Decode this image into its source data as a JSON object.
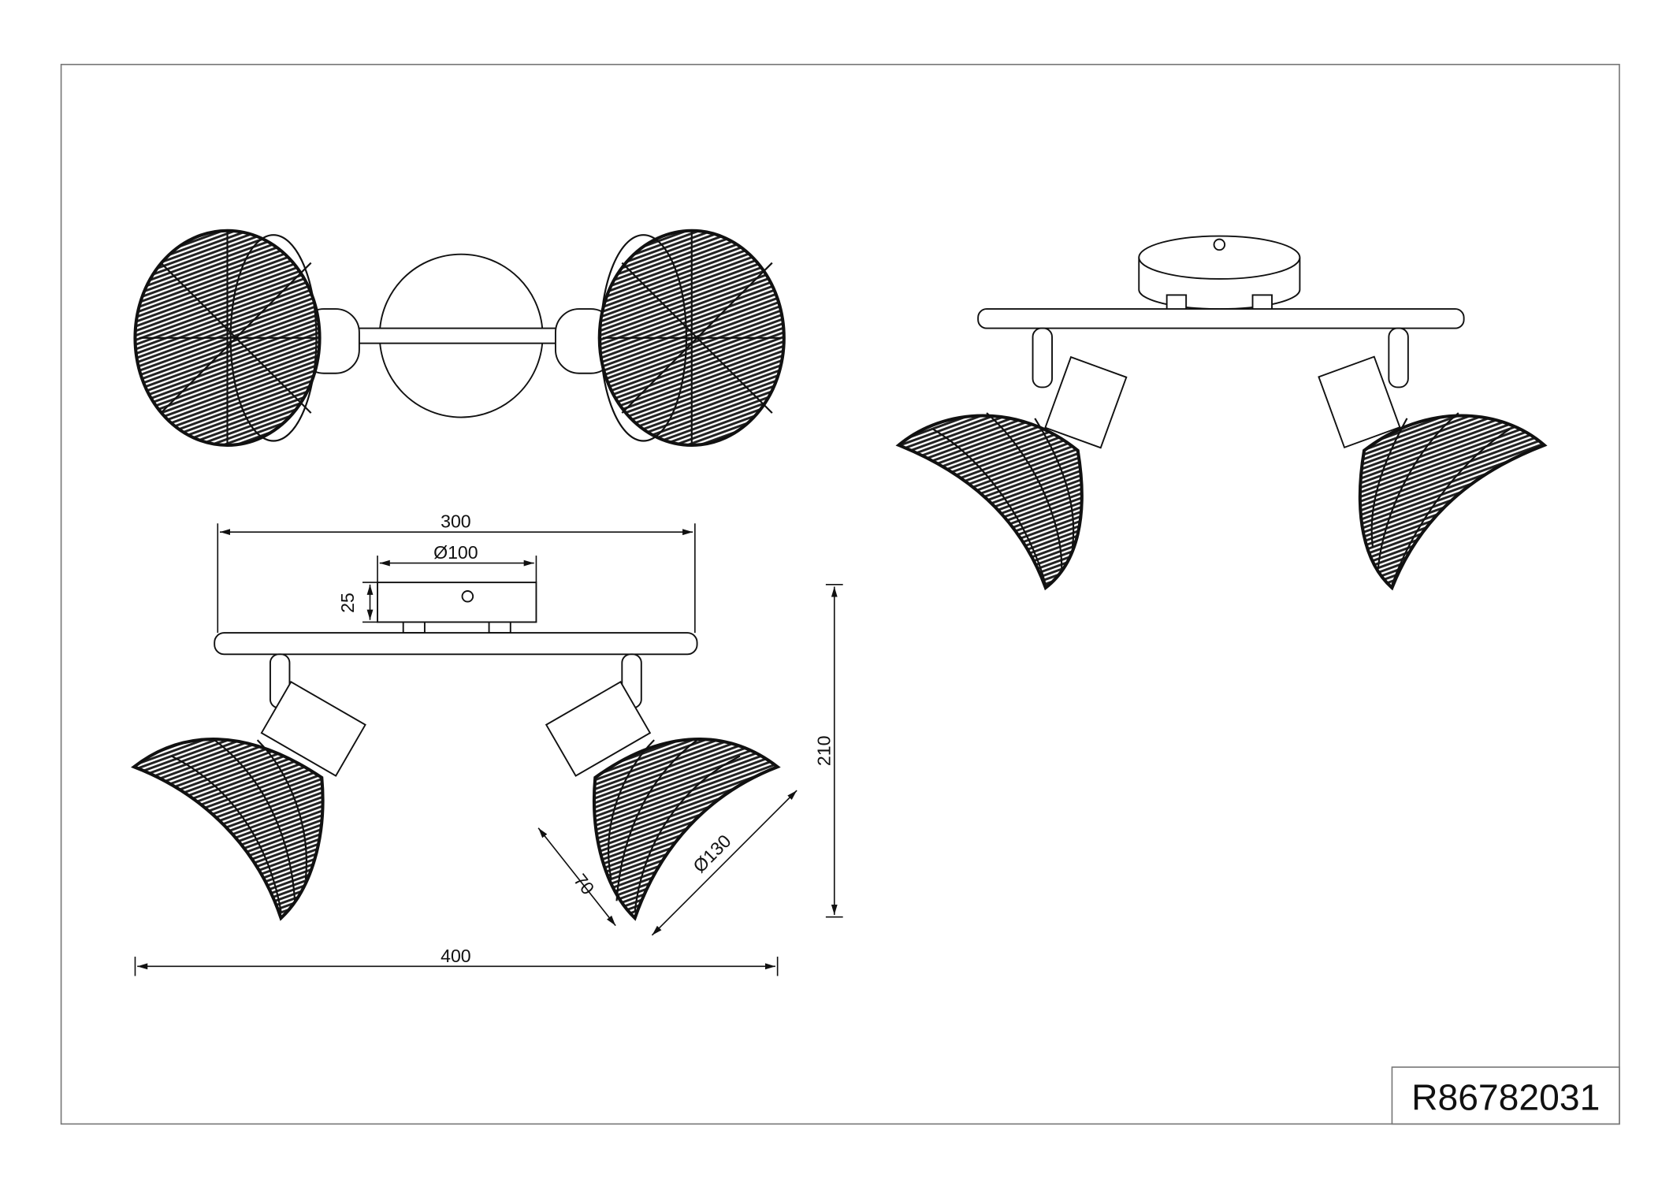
{
  "drawing": {
    "article_number": "R86782031",
    "dimensions": {
      "bar_length": "300",
      "canopy_diameter": "Ø100",
      "canopy_height": "25",
      "total_height": "210",
      "total_width": "400",
      "shade_diameter": "Ø130",
      "shade_depth": "70"
    }
  }
}
